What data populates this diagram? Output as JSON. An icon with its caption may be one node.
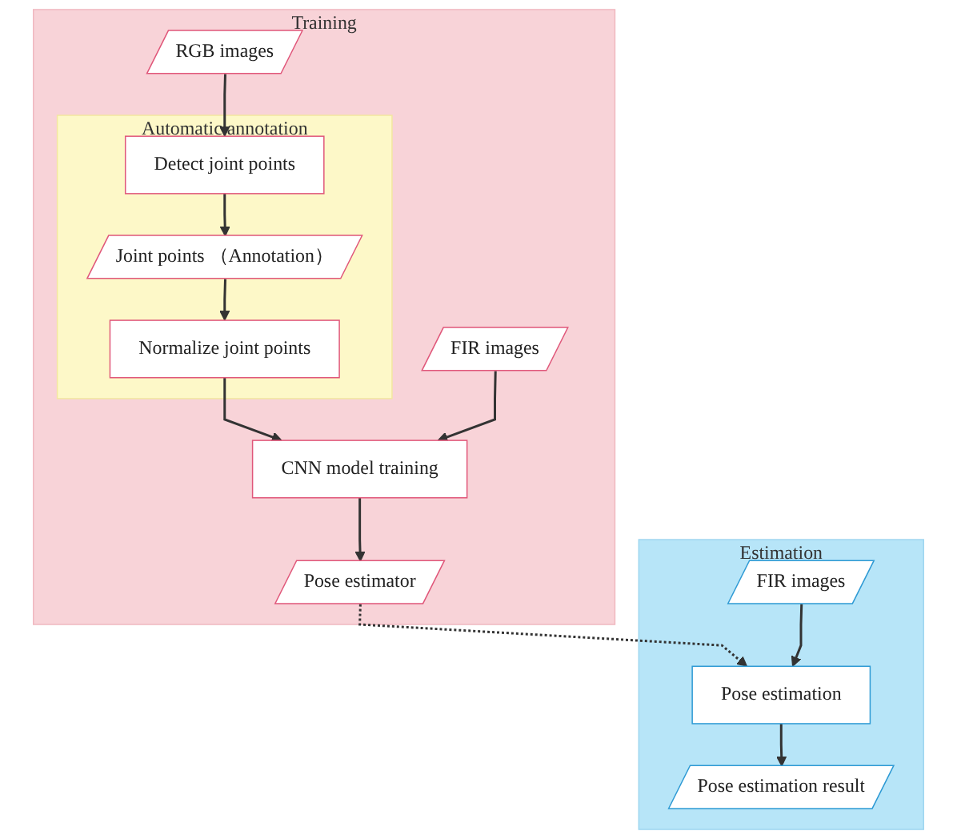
{
  "diagram": {
    "nodes": [
      {
        "text": [
          "Training"
        ]
      },
      {
        "text": [
          "RGB images"
        ],
        "in": 0
      },
      {
        "text": [
          "FIR images"
        ],
        "in": 0
      },
      {
        "text": [
          "Automatic annotation"
        ],
        "in": 0
      },
      {
        "text": [
          "Detect joint points"
        ],
        "in": 3
      },
      {
        "text": [
          "Joint points （Annotation）"
        ],
        "in": 3
      },
      {
        "text": [
          "Normalize joint points"
        ],
        "in": 3
      },
      {
        "text": [
          "CNN model training"
        ],
        "in": 0
      },
      {
        "text": [
          "Pose estimator"
        ],
        "in": 0
      },
      {
        "text": [
          "Estimation"
        ]
      },
      {
        "text": [
          "FIR images"
        ],
        "in": 9
      },
      {
        "text": [
          "Pose estimation"
        ],
        "in": 9
      },
      {
        "text": [
          "Pose estimation result"
        ],
        "in": 9
      }
    ],
    "edges": [
      {
        "from": 1,
        "to": 4,
        "arrow": "to"
      },
      {
        "from": 4,
        "to": 5,
        "arrow": "to"
      },
      {
        "from": 5,
        "to": 6,
        "arrow": "to"
      },
      {
        "from": 6,
        "to": 7,
        "arrow": "to"
      },
      {
        "from": 2,
        "to": 7,
        "arrow": "to"
      },
      {
        "from": 7,
        "to": 8,
        "arrow": "to"
      },
      {
        "from": 8,
        "to": 11,
        "arrow": "to",
        "style": "dashed"
      },
      {
        "from": 10,
        "to": 11,
        "arrow": "to"
      },
      {
        "from": 11,
        "to": 12,
        "arrow": "to"
      }
    ]
  }
}
